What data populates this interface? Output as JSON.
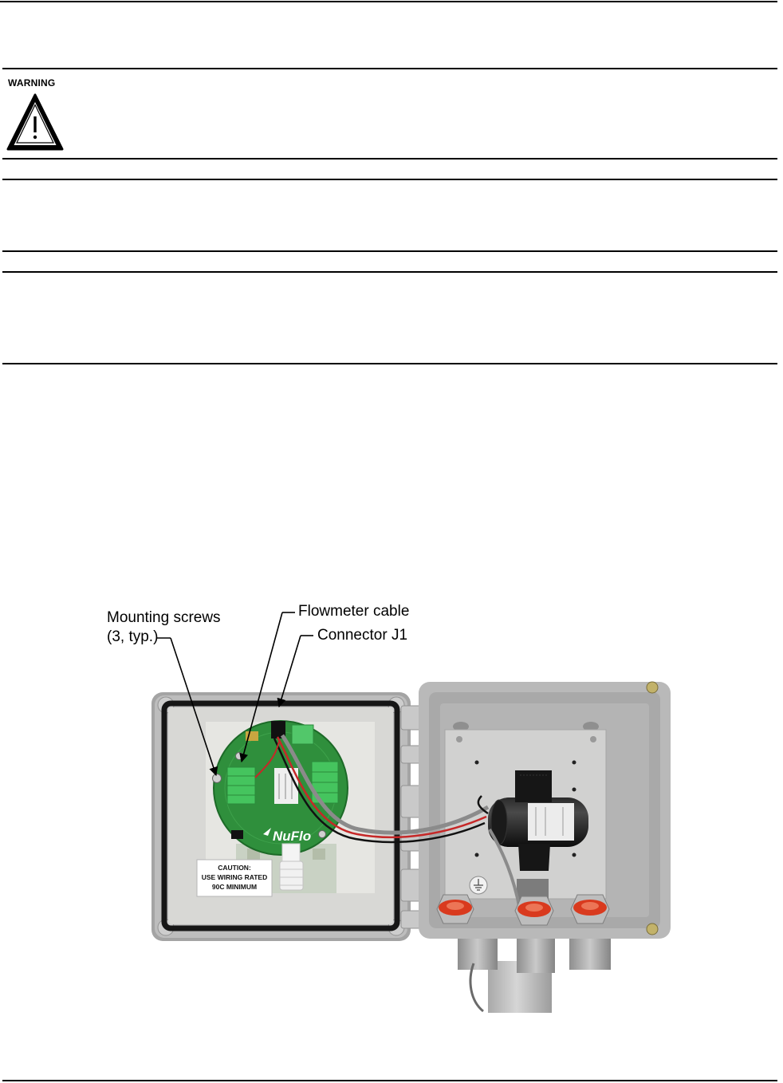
{
  "warning": {
    "label": "WARNING",
    "icon": "warning-triangle-icon"
  },
  "figure": {
    "callouts": {
      "mounting_screws_line1": "Mounting screws",
      "mounting_screws_line2": "(3, typ.)",
      "flowmeter_cable": "Flowmeter cable",
      "connector_j1": "Connector J1"
    },
    "caution_label": [
      "CAUTION:",
      "USE WIRING RATED",
      "90C MINIMUM"
    ],
    "board_logo": "NuFlo",
    "colors": {
      "board_green": "#2f8f3c",
      "enclosure_grey": "#bdbdbd",
      "conduit_cap_red": "#d93a1e"
    }
  }
}
